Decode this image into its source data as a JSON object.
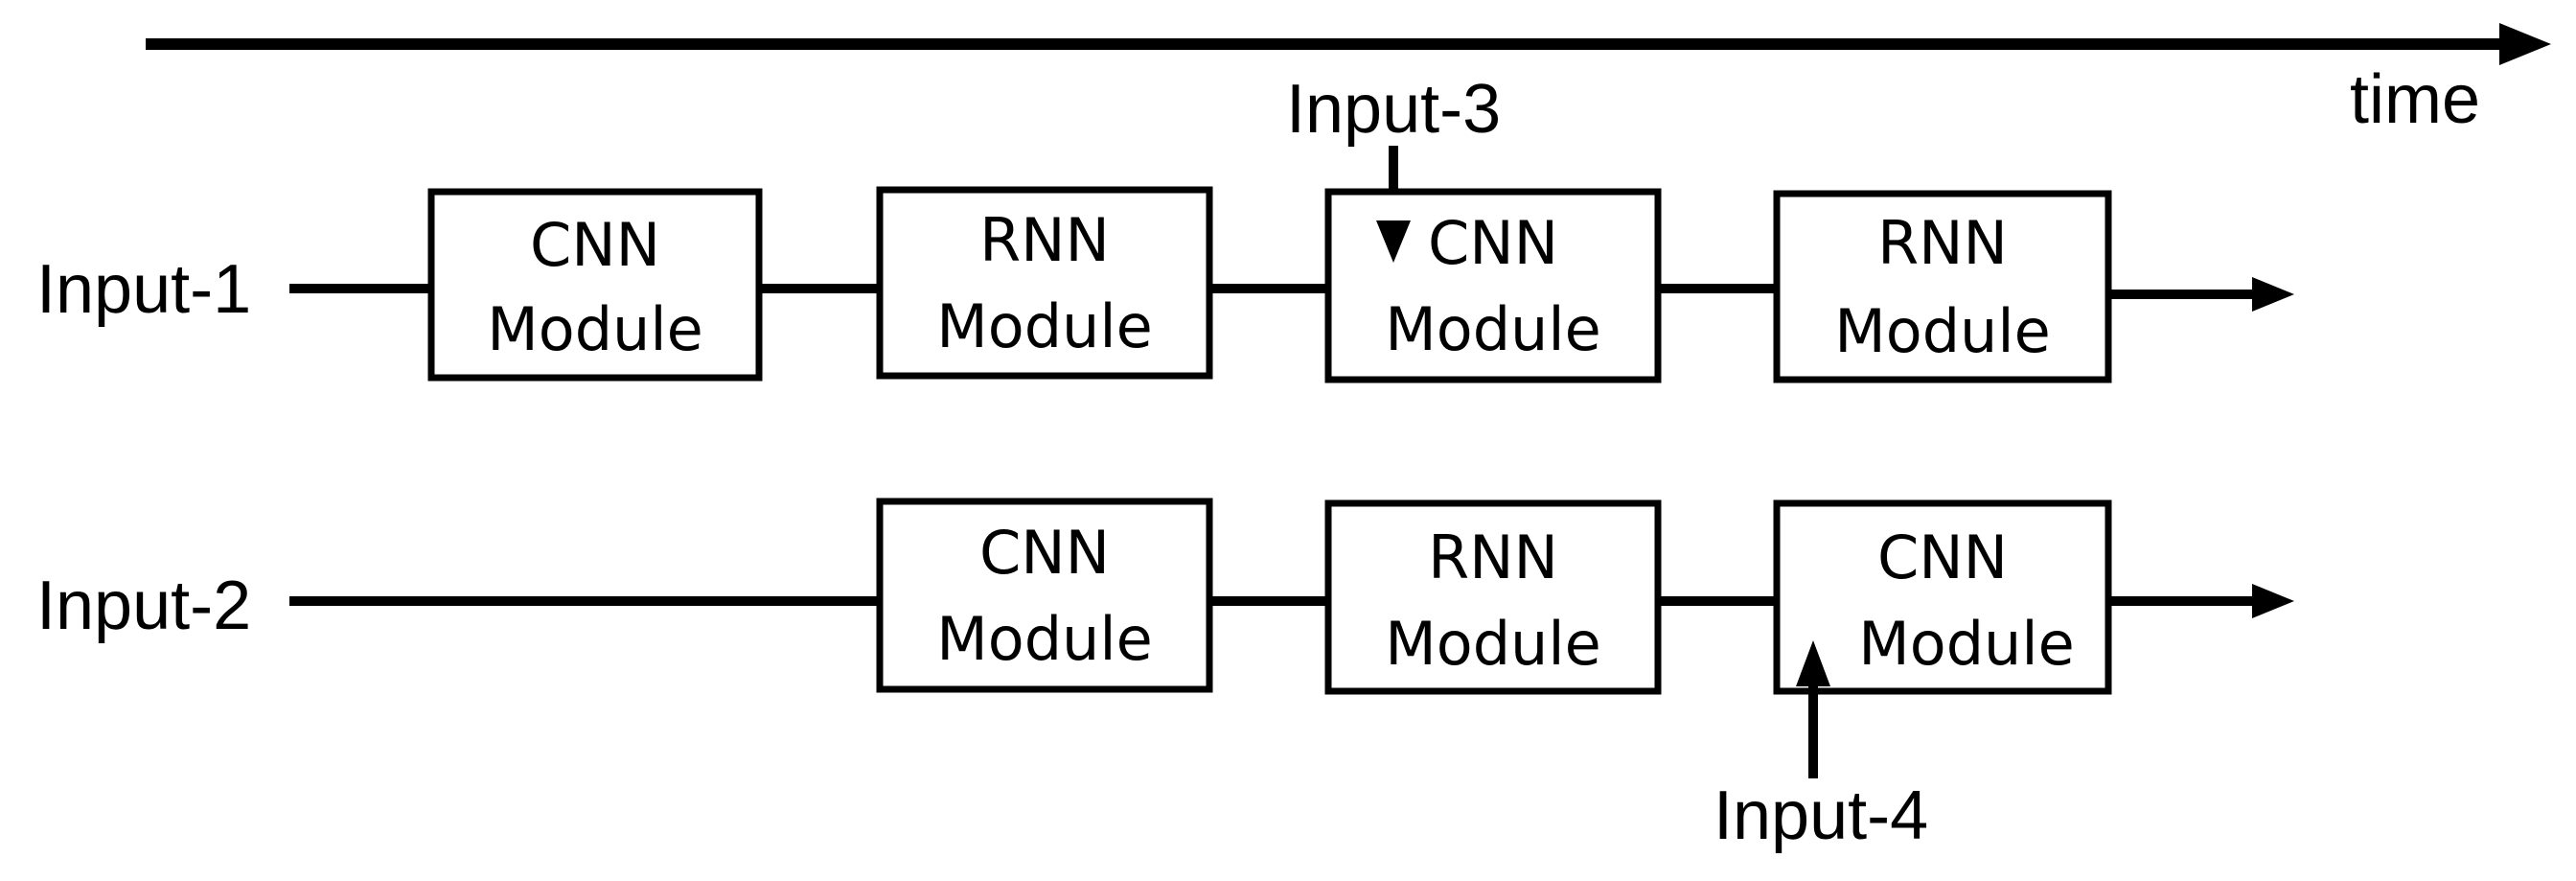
{
  "time_axis": {
    "label": "time"
  },
  "inputs": {
    "input1": "Input-1",
    "input2": "Input-2",
    "input3": "Input-3",
    "input4": "Input-4"
  },
  "modules": {
    "row1": [
      {
        "type": "CNN",
        "label": "Module"
      },
      {
        "type": "RNN",
        "label": "Module"
      },
      {
        "type": "CNN",
        "label": "Module"
      },
      {
        "type": "RNN",
        "label": "Module"
      }
    ],
    "row2": [
      {
        "type": "CNN",
        "label": "Module"
      },
      {
        "type": "RNN",
        "label": "Module"
      },
      {
        "type": "CNN",
        "label": "Module"
      }
    ]
  },
  "colors": {
    "ink": "#000000",
    "background": "#ffffff"
  }
}
